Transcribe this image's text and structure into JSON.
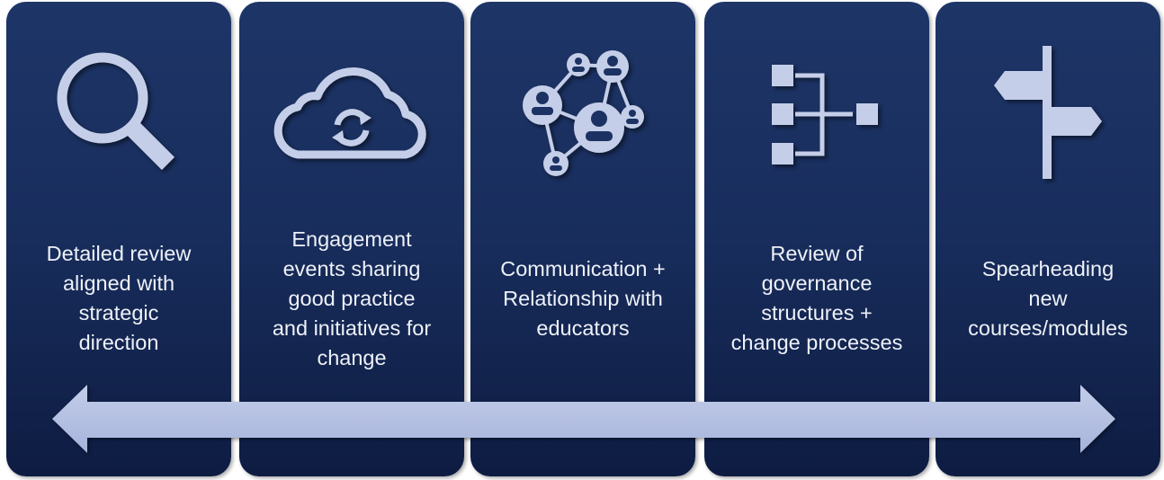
{
  "panels": [
    {
      "icon": "magnifier-icon",
      "label": "Detailed review\naligned with\nstrategic\ndirection"
    },
    {
      "icon": "cloud-sync-icon",
      "label": "Engagement\nevents sharing\ngood practice\nand initiatives for\nchange"
    },
    {
      "icon": "people-network-icon",
      "label": "Communication +\nRelationship with\neducators"
    },
    {
      "icon": "hierarchy-icon",
      "label": "Review of\ngovernance\nstructures +\nchange processes"
    },
    {
      "icon": "signpost-icon",
      "label": "Spearheading\nnew\ncourses/modules"
    }
  ],
  "colors": {
    "panel": "#1b3263",
    "icon": "#c5cee8",
    "arrow": "#b4c0e2",
    "text": "#eef1f8"
  }
}
